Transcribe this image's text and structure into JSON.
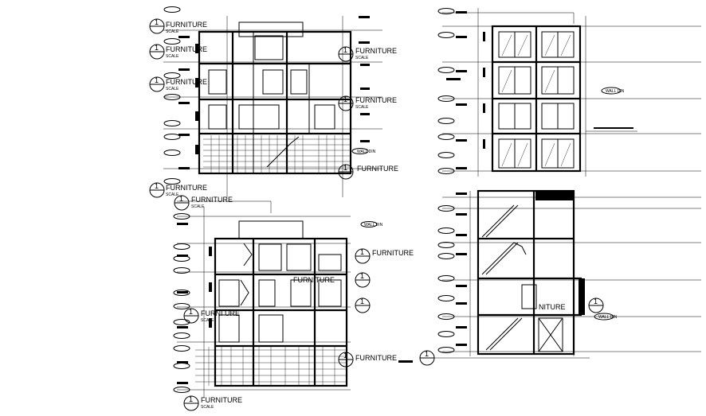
{
  "drawing": {
    "furniture_label": "FURNITURE",
    "scale_label": "SCALE",
    "section_number": "1",
    "tag_text": "WALL DIN",
    "partial_label": "NITURE",
    "partial_label_2": "FURNI URE"
  }
}
